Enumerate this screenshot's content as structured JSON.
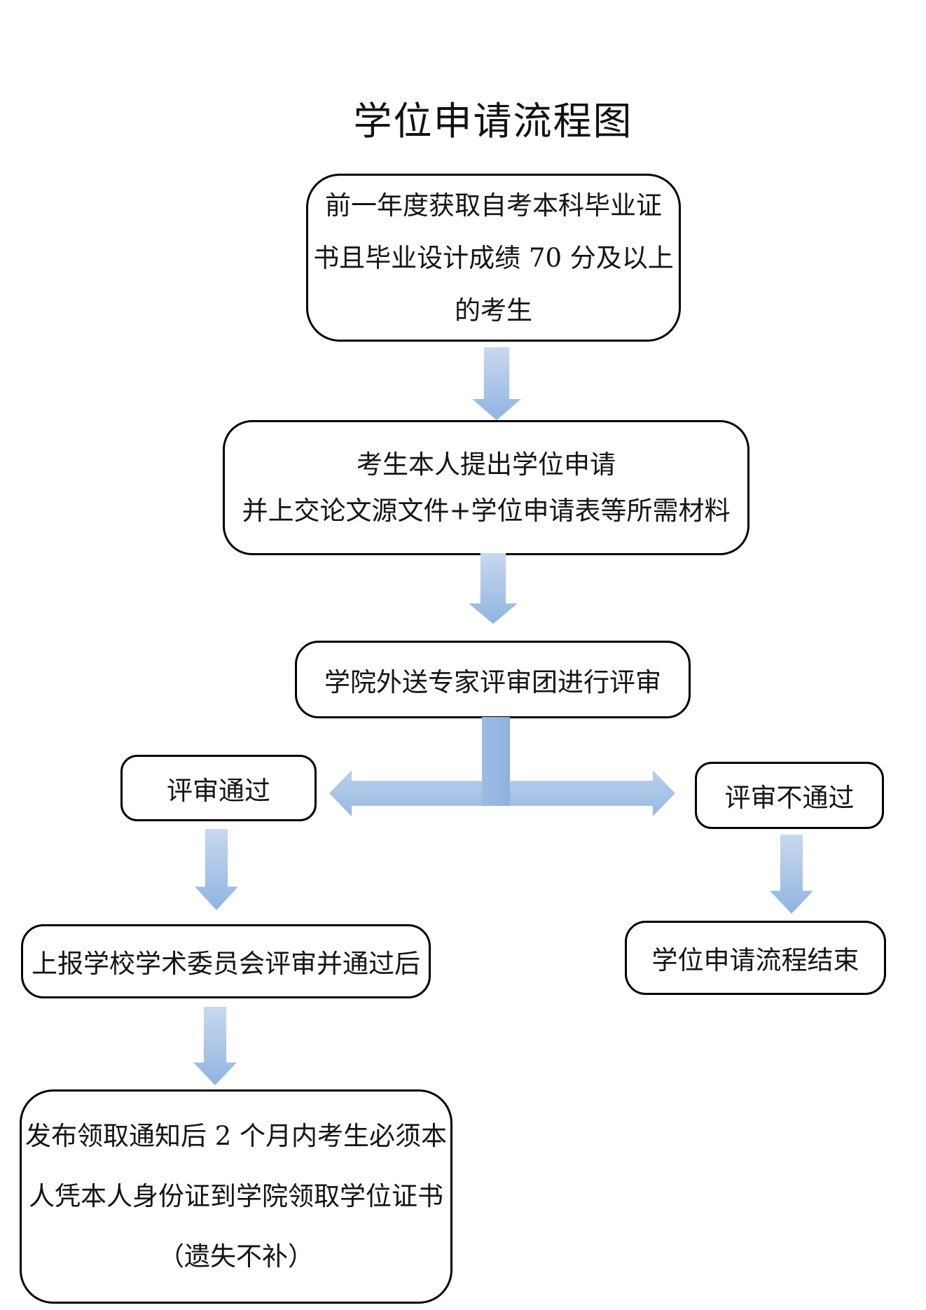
{
  "title": "学位申请流程图",
  "colors": {
    "box_border": "#000000",
    "box_fill": "#ffffff",
    "text": "#141414",
    "arrow_blue": "#92b4df",
    "arrow_blue_light": "#c9d8ef"
  },
  "nodes": {
    "eligibility": {
      "lines": [
        "前一年度获取自考本科毕业证",
        "书且毕业设计成绩 70 分及以上",
        "的考生"
      ]
    },
    "apply": {
      "lines": [
        "考生本人提出学位申请",
        "并上交论文源文件+学位申请表等所需材料"
      ]
    },
    "review": {
      "lines": [
        "学院外送专家评审团进行评审"
      ]
    },
    "pass": {
      "lines": [
        "评审通过"
      ]
    },
    "fail": {
      "lines": [
        "评审不通过"
      ]
    },
    "report": {
      "lines": [
        "上报学校学术委员会评审并通过后"
      ]
    },
    "end": {
      "lines": [
        "学位申请流程结束"
      ]
    },
    "collect": {
      "lines": [
        "发布领取通知后 2 个月内考生必须本",
        "人凭本人身份证到学院领取学位证书",
        "（遗失不补）"
      ]
    }
  }
}
